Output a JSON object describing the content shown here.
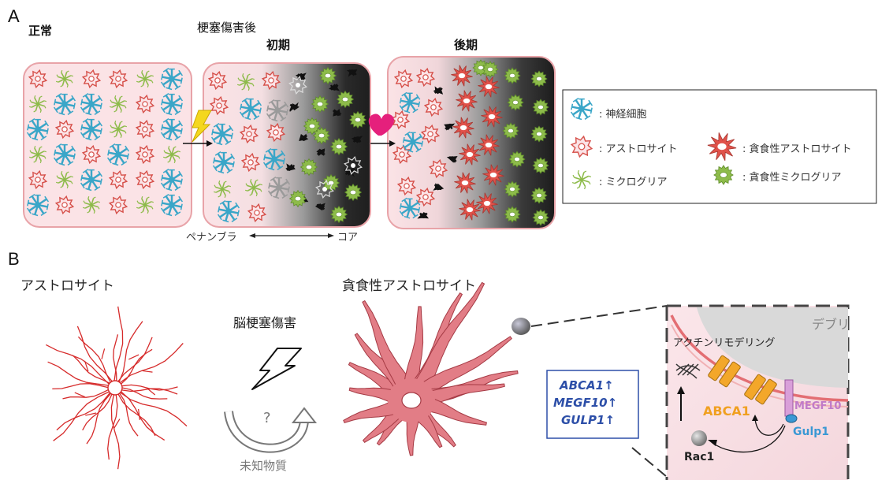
{
  "panel_a": {
    "letter": "A",
    "normal_label": "正常",
    "post_stroke_label": "梗塞傷害後",
    "early_label": "初期",
    "late_label": "後期",
    "axis_left": "ペナンブラ",
    "axis_right": "コア",
    "legend": [
      {
        "label": ": 神経細胞"
      },
      {
        "label": ": アストロサイト"
      },
      {
        "label": ": ミクログリア"
      },
      {
        "label": ": 貪食性アストロサイト"
      },
      {
        "label": ": 貪食性ミクログリア"
      }
    ]
  },
  "panel_b": {
    "letter": "B",
    "astrocyte_label": "アストロサイト",
    "injury_label": "脳梗塞傷害",
    "question": "?",
    "unknown_label": "未知物質",
    "phago_label": "貪食性アストロサイト",
    "genes": [
      "ABCA1↑",
      "MEGF10↑",
      "GULP1↑"
    ],
    "debris_label": "デブリ",
    "actin_label": "アクチンリモデリング",
    "abca1": "ABCA1",
    "megf10": "MEGF10",
    "gulp1": "Gulp1",
    "rac1": "Rac1"
  },
  "colors": {
    "neuron": "#3aa6c8",
    "astrocyte": "#d6504a",
    "microglia": "#8dbb4a",
    "panel_bg": "#fbe3e6",
    "abca1": "#f0a020",
    "megf10": "#c07ac8",
    "gulp1": "#3a98d4",
    "gene_box": "#2d4fa8"
  }
}
